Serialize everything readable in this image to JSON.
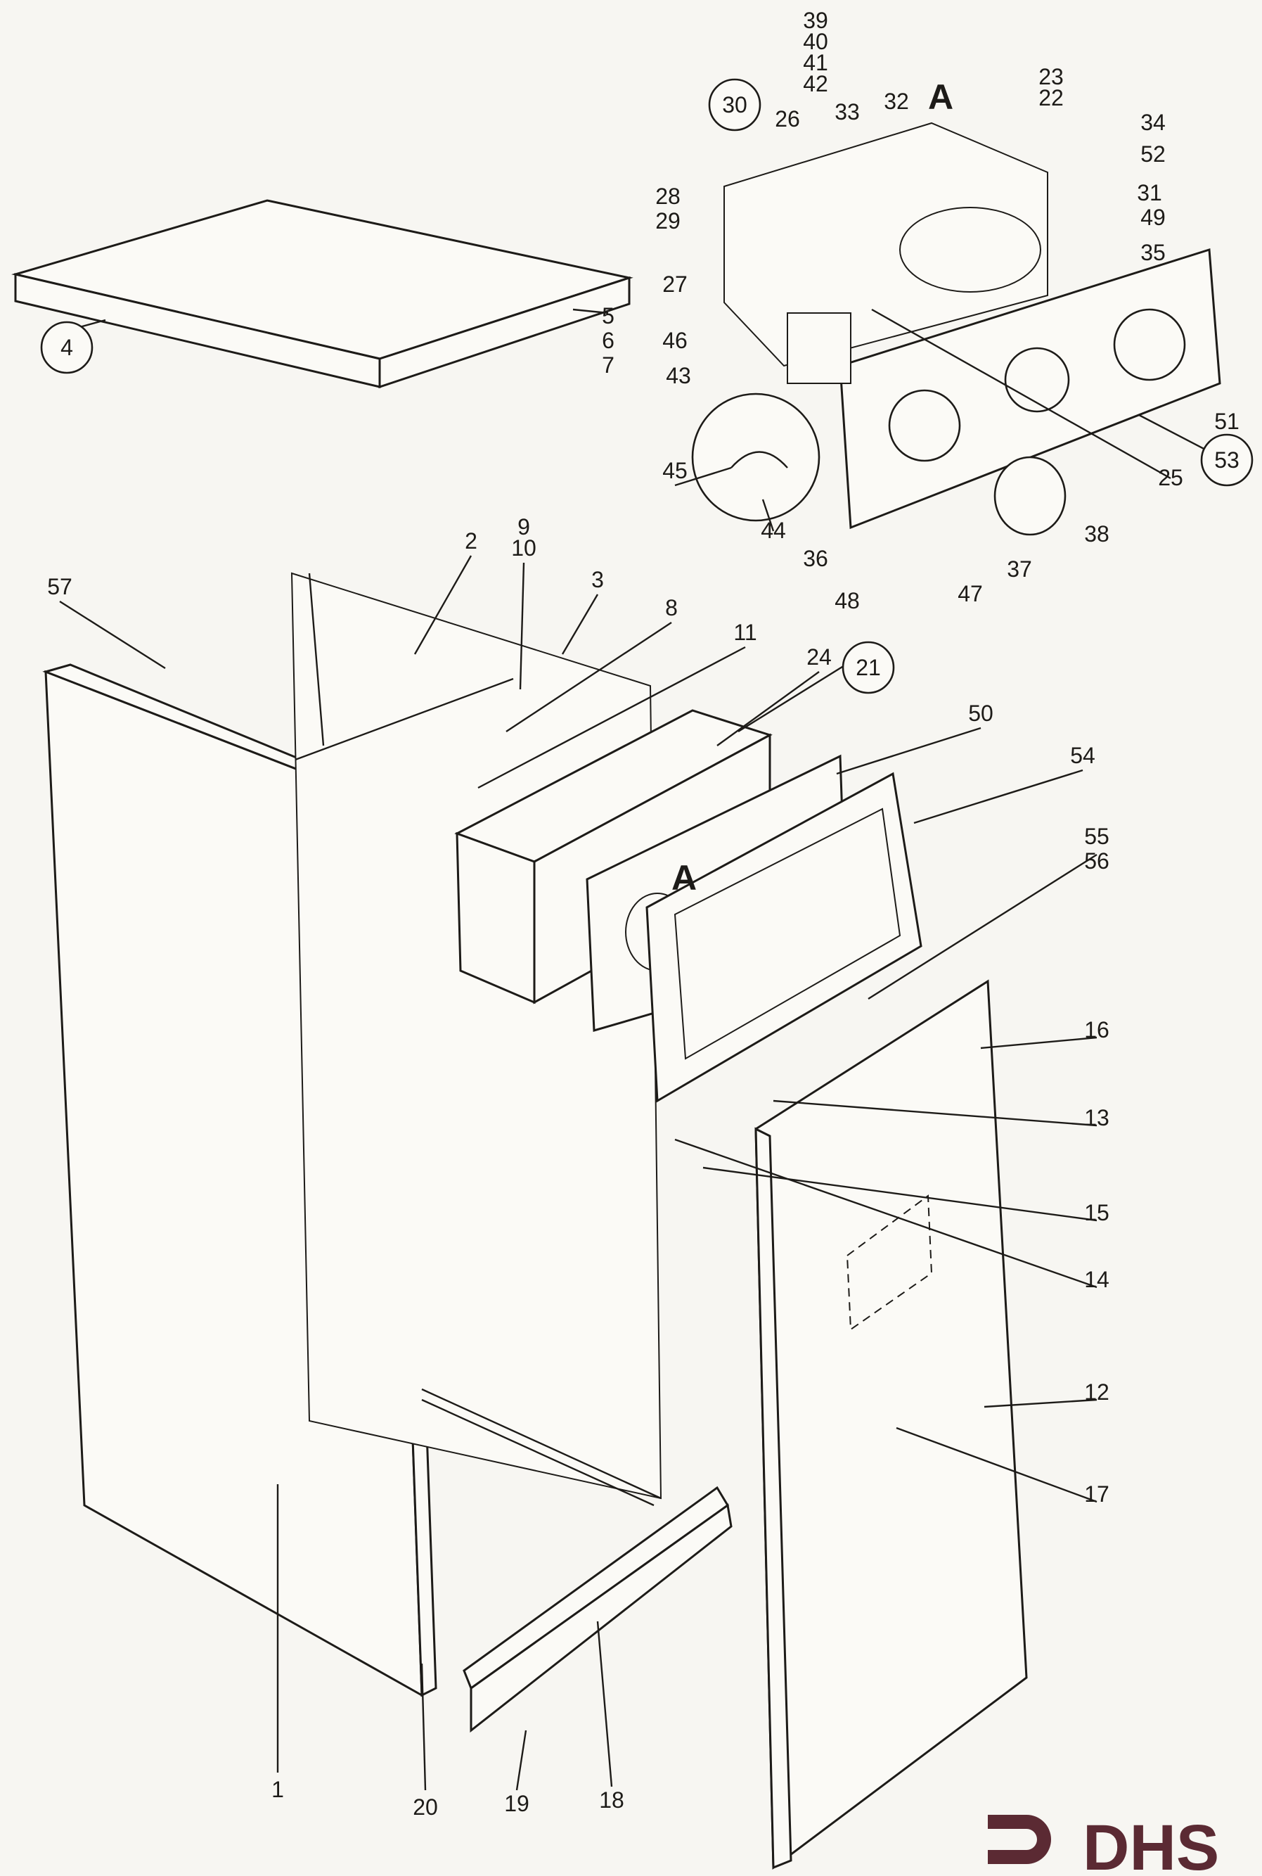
{
  "logo": {
    "text": "DHS",
    "color": "#5b2a33"
  },
  "view_marker": "A",
  "callouts": [
    "1",
    "2",
    "3",
    "4",
    "5",
    "6",
    "7",
    "8",
    "9",
    "10",
    "11",
    "12",
    "13",
    "14",
    "15",
    "16",
    "17",
    "18",
    "19",
    "20",
    "21",
    "22",
    "23",
    "24",
    "25",
    "26",
    "27",
    "28",
    "29",
    "30",
    "31",
    "32",
    "33",
    "34",
    "35",
    "36",
    "37",
    "38",
    "39",
    "40",
    "41",
    "42",
    "43",
    "44",
    "45",
    "46",
    "47",
    "48",
    "49",
    "50",
    "51",
    "52",
    "53",
    "54",
    "55",
    "56",
    "57"
  ],
  "circled_callouts": [
    "4",
    "21",
    "30",
    "53"
  ]
}
